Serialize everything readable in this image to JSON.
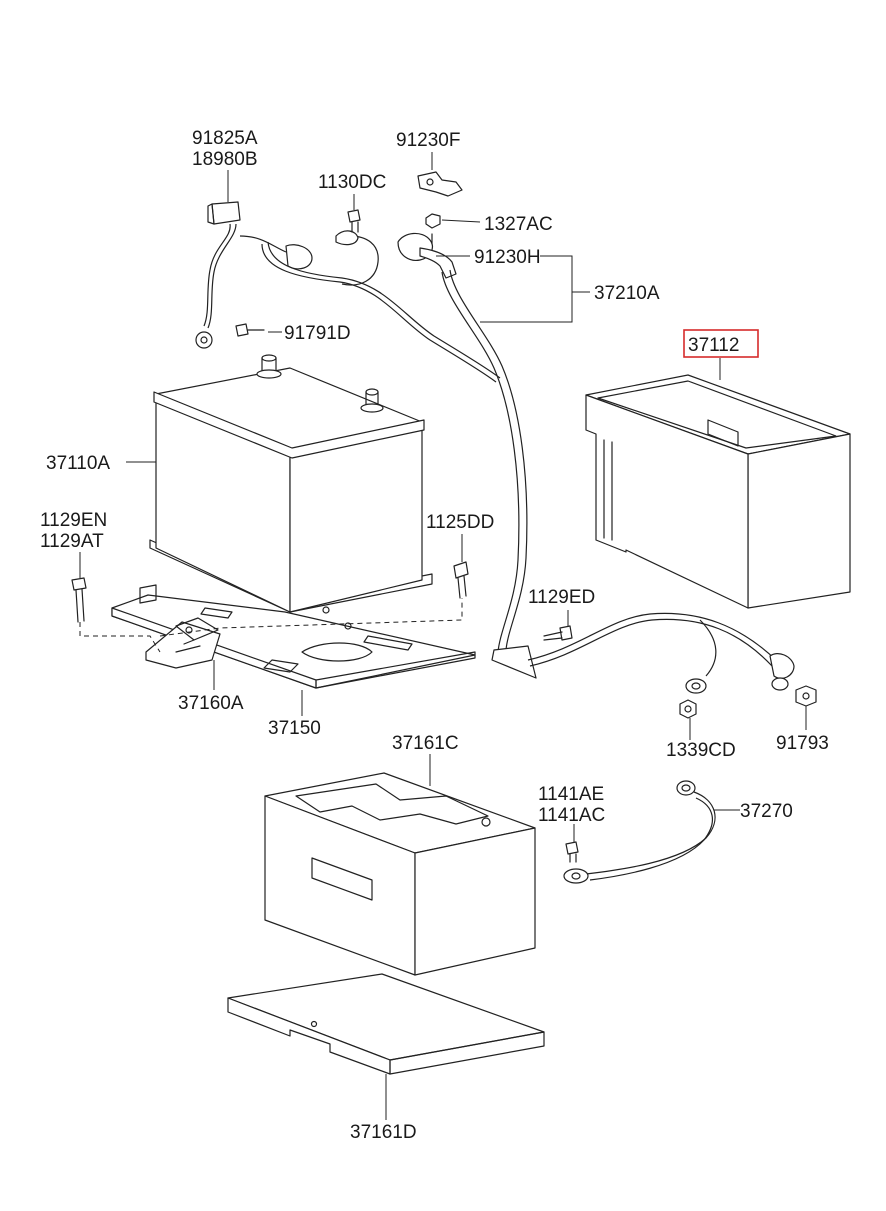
{
  "labels": {
    "l_91825A": "91825A",
    "l_18980B": "18980B",
    "l_91230F": "91230F",
    "l_1130DC": "1130DC",
    "l_1327AC": "1327AC",
    "l_91230H": "91230H",
    "l_37210A": "37210A",
    "l_91791D": "91791D",
    "l_37112": "37112",
    "l_37110A": "37110A",
    "l_1129EN": "1129EN",
    "l_1129AT": "1129AT",
    "l_1125DD": "1125DD",
    "l_1129ED": "1129ED",
    "l_37160A": "37160A",
    "l_37150": "37150",
    "l_1339CD": "1339CD",
    "l_91793": "91793",
    "l_37161C": "37161C",
    "l_1141AE": "1141AE",
    "l_1141AC": "1141AC",
    "l_37270": "37270",
    "l_37161D": "37161D"
  },
  "highlight": {
    "part": "37112",
    "color": "#d62b2b"
  },
  "colors": {
    "line": "#222222",
    "background": "#ffffff"
  }
}
